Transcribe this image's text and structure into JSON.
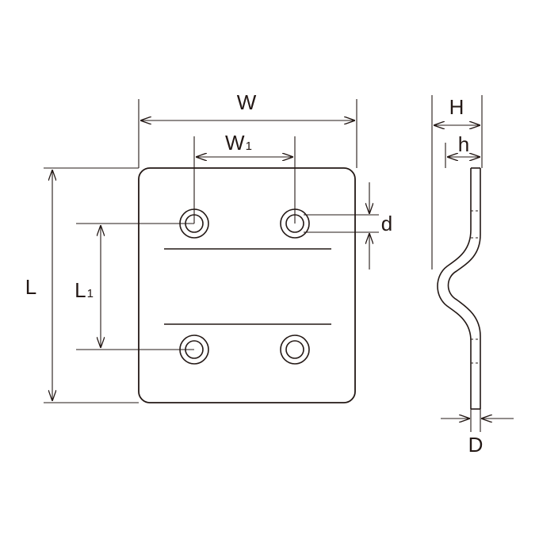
{
  "labels": {
    "W": "W",
    "W1_main": "W",
    "W1_sub": "1",
    "L": "L",
    "L1_main": "L",
    "L1_sub": "1",
    "d": "d",
    "H": "H",
    "h": "h",
    "D": "D"
  },
  "colors": {
    "ink": "#231815",
    "background": "#ffffff"
  }
}
